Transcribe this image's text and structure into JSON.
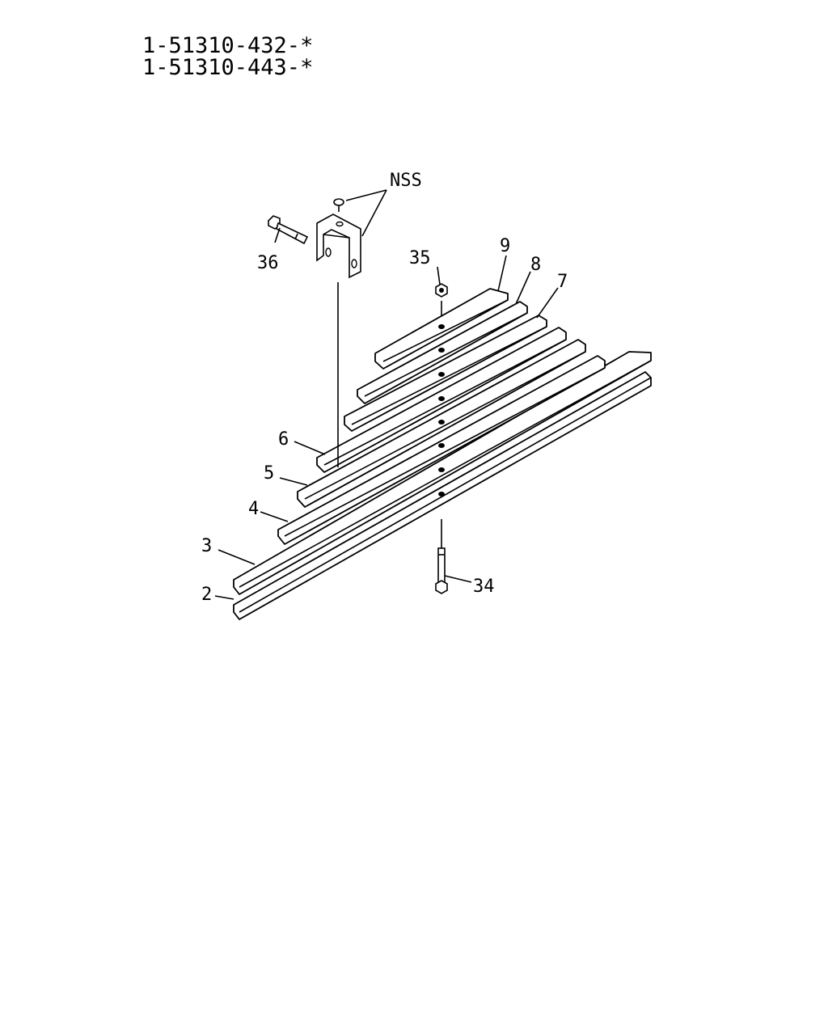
{
  "header": {
    "part_numbers": [
      "1-51310-432-*",
      "1-51310-443-*"
    ]
  },
  "callouts": {
    "nss": "NSS",
    "c2": "2",
    "c3": "3",
    "c4": "4",
    "c5": "5",
    "c6": "6",
    "c7": "7",
    "c8": "8",
    "c9": "9",
    "c34": "34",
    "c35": "35",
    "c36": "36"
  },
  "icons": {
    "leaf": "leaf-spring-plate-icon",
    "clip": "u-clip-icon",
    "rivet": "rivet-icon",
    "bolt": "bolt-icon",
    "nut": "nut-icon"
  }
}
